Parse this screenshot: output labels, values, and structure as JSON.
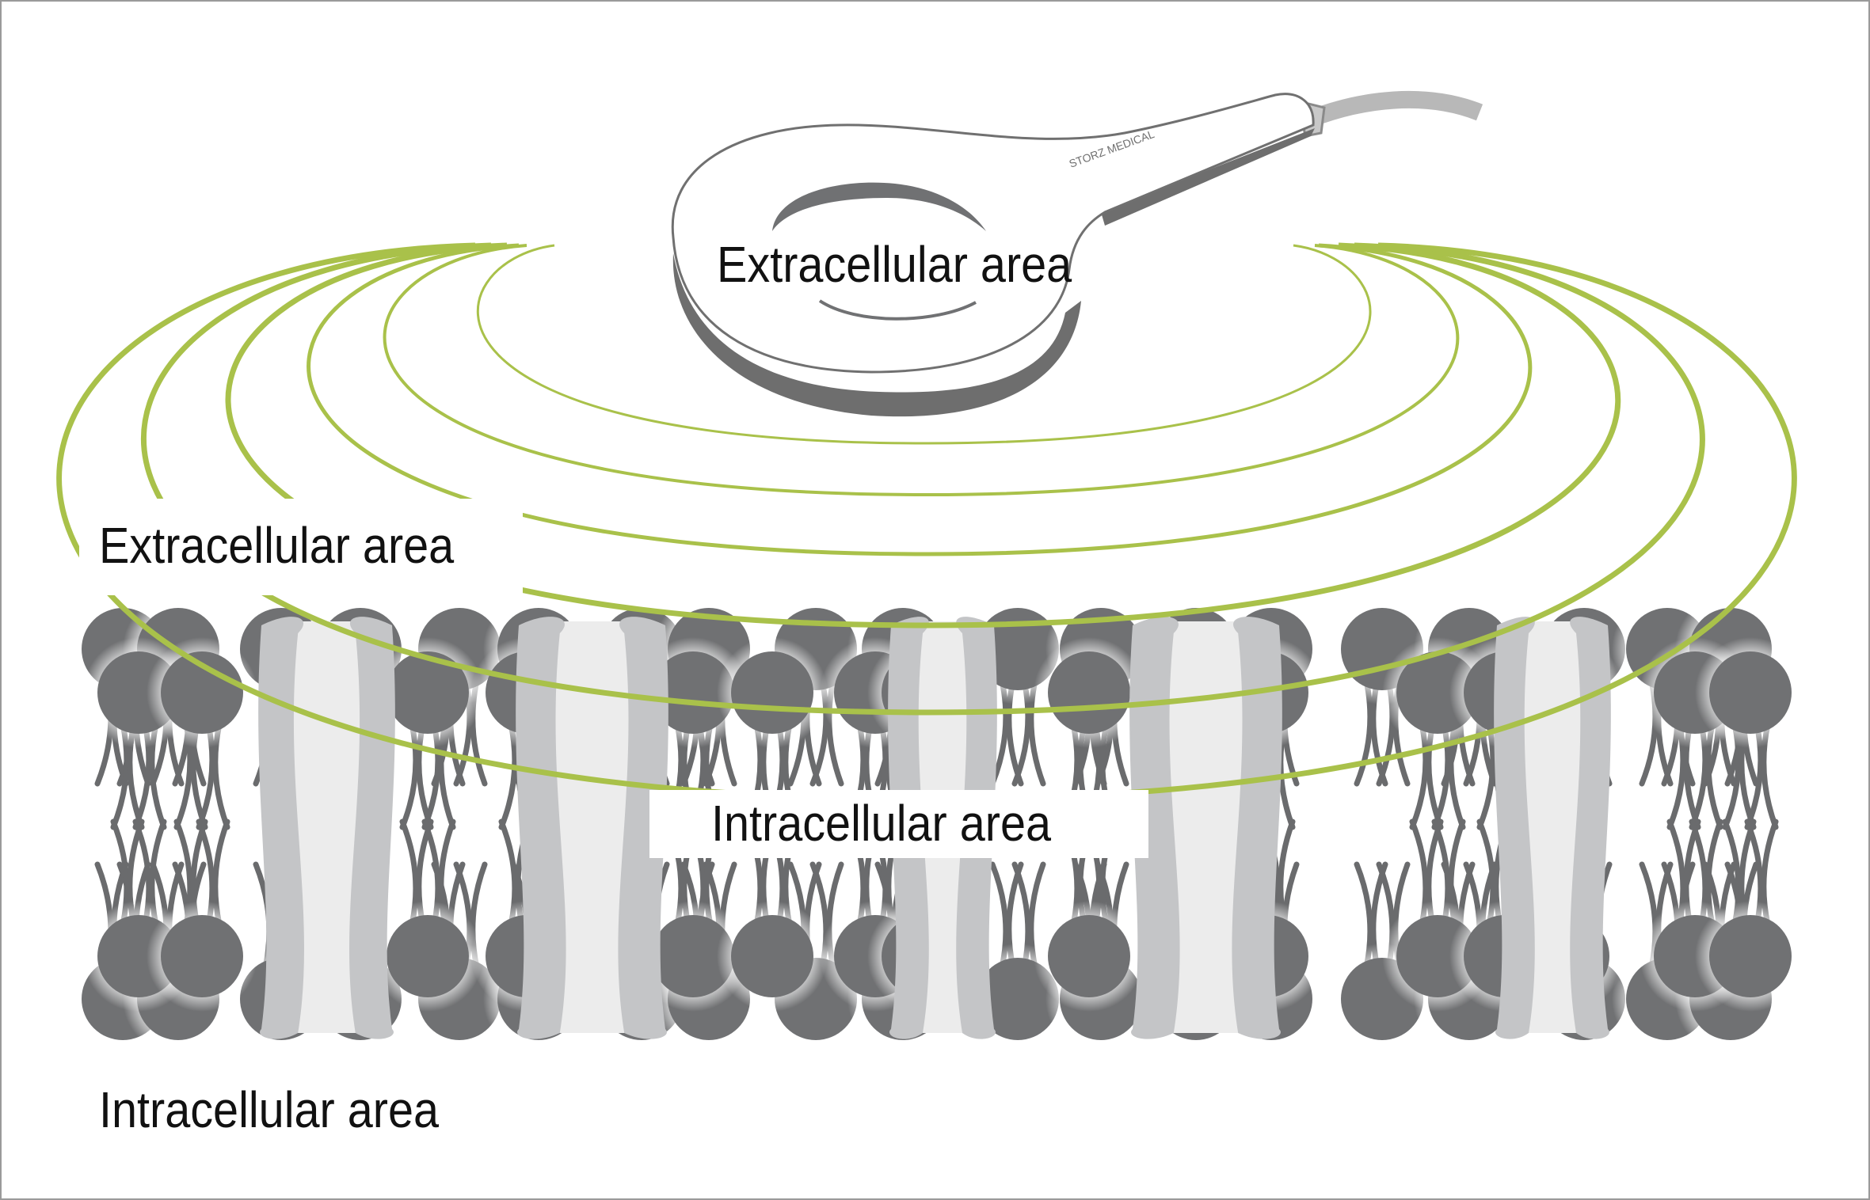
{
  "labels": {
    "device_area": "Extracellular area",
    "extracellular": "Extracellular area",
    "intracellular_middle": "Intracellular area",
    "intracellular": "Intracellular area"
  },
  "device": {
    "brand": "STORZ MEDICAL"
  },
  "colors": {
    "wave": "#a9c14a",
    "head": "#707173",
    "tail": "#6a6b6d",
    "channel": "#c4c5c7",
    "channel_core": "#ececec",
    "frame": "#9a9a9a",
    "device_shadow": "#6e6e6e",
    "cable": "#b8b8b8"
  }
}
